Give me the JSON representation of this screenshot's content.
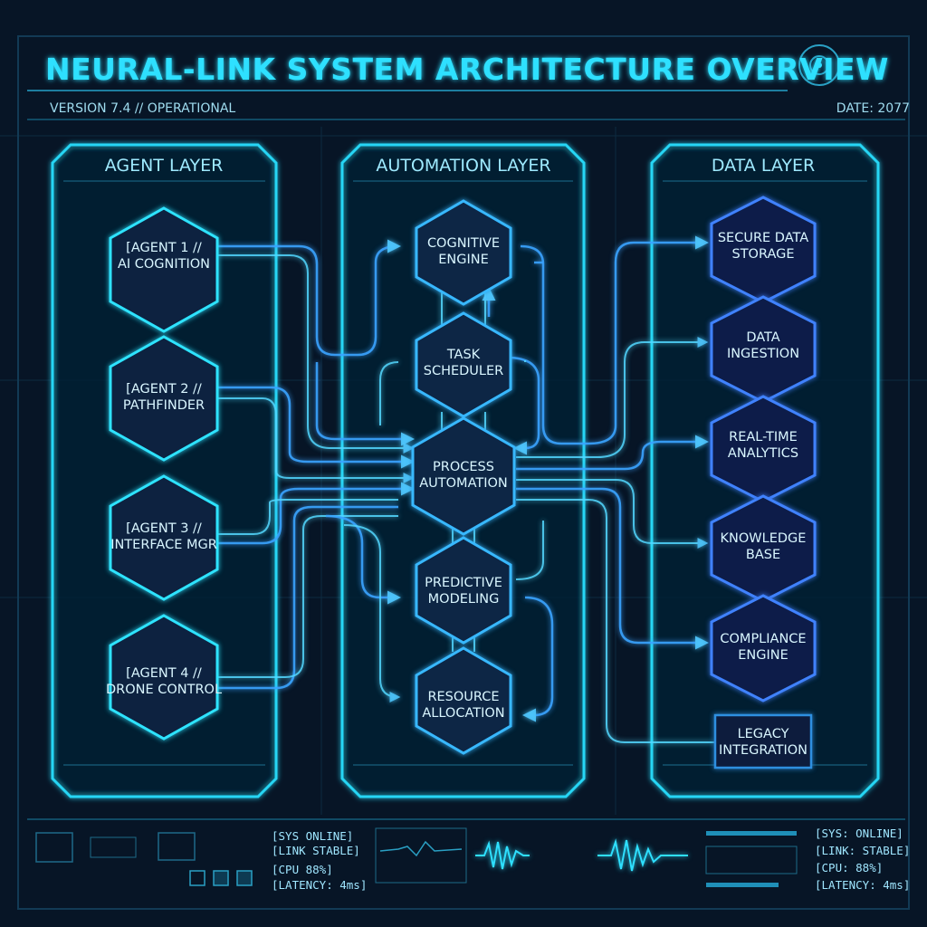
{
  "header": {
    "title": "NEURAL-LINK SYSTEM ARCHITECTURE OVERVIEW",
    "version": "VERSION 7.4 // OPERATIONAL",
    "date": "DATE: 2077"
  },
  "panels": {
    "agent": {
      "title": "AGENT LAYER",
      "nodes": [
        {
          "line1": "[AGENT 1 //",
          "line2": "AI COGNITION"
        },
        {
          "line1": "[AGENT 2 //",
          "line2": "PATHFINDER"
        },
        {
          "line1": "[AGENT 3 //",
          "line2": "INTERFACE MGR"
        },
        {
          "line1": "[AGENT 4 //",
          "line2": "DRONE CONTROL"
        }
      ]
    },
    "automation": {
      "title": "AUTOMATION LAYER",
      "nodes": [
        {
          "line1": "COGNITIVE",
          "line2": "ENGINE"
        },
        {
          "line1": "TASK",
          "line2": "SCHEDULER"
        },
        {
          "line1": "PROCESS",
          "line2": "AUTOMATION"
        },
        {
          "line1": "PREDICTIVE",
          "line2": "MODELING"
        },
        {
          "line1": "RESOURCE",
          "line2": "ALLOCATION"
        }
      ]
    },
    "data": {
      "title": "DATA LAYER",
      "nodes": [
        {
          "line1": "SECURE DATA",
          "line2": "STORAGE"
        },
        {
          "line1": "DATA",
          "line2": "INGESTION"
        },
        {
          "line1": "REAL-TIME",
          "line2": "ANALYTICS"
        },
        {
          "line1": "KNOWLEDGE",
          "line2": "BASE"
        },
        {
          "line1": "COMPLIANCE",
          "line2": "ENGINE"
        },
        {
          "line1": "LEGACY",
          "line2": "INTEGRATION"
        }
      ]
    }
  },
  "footer": {
    "status_left": [
      "[SYS ONLINE]",
      "[LINK STABLE]",
      "[CPU 88%]",
      "[LATENCY: 4ms]"
    ],
    "status_right": [
      "[SYS: ONLINE]",
      "[LINK: STABLE]",
      "[CPU: 88%]",
      "[LATENCY: 4ms]"
    ]
  },
  "colors": {
    "background": "#071526",
    "accent_cyan": "#2fe0ff",
    "accent_blue": "#3f82ff"
  }
}
